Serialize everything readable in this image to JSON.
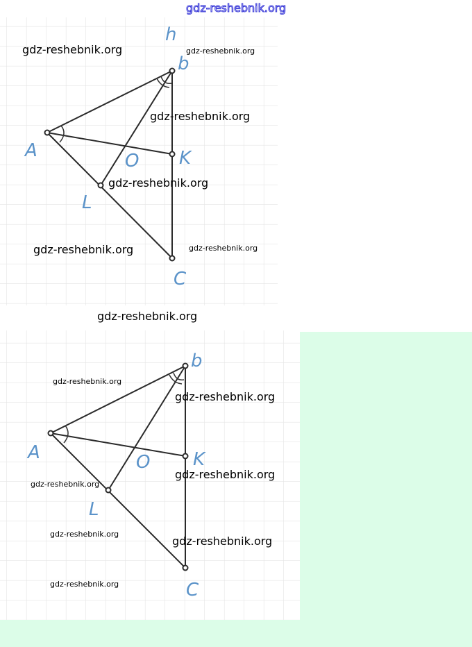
{
  "header": {
    "site": "gdz-reshebnik.org"
  },
  "watermarks": {
    "text": "gdz-reshebnik.org"
  },
  "figure1": {
    "points": {
      "A": "A",
      "B": "b",
      "K": "K",
      "O": "O",
      "L": "L",
      "C": "C",
      "extra": "h"
    }
  },
  "figure2": {
    "points": {
      "A": "A",
      "B": "b",
      "K": "K",
      "O": "O",
      "L": "L",
      "C": "C"
    }
  },
  "colors": {
    "ink": "#5b93c9",
    "lines": "#2a2a2a",
    "grid": "#e4e4e4",
    "background_green": "#dcfde8"
  }
}
